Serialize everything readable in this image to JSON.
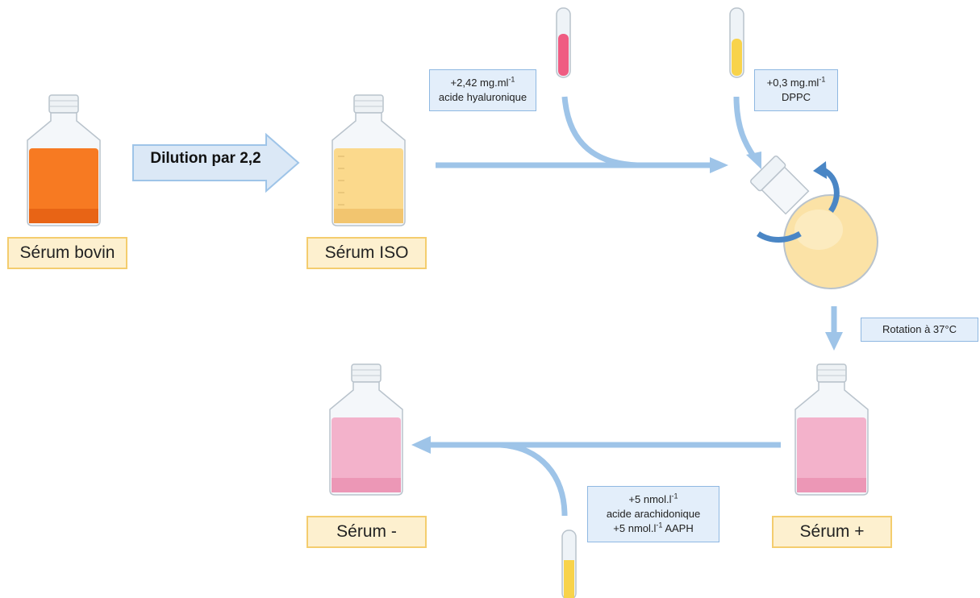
{
  "labels": {
    "bovine": "Sérum bovin",
    "iso": "Sérum ISO",
    "plus": "Sérum +",
    "minus": "Sérum -"
  },
  "arrow_dilution": "Dilution par 2,2",
  "additions": {
    "hyaluronic": {
      "line1": "+2,42 mg.ml",
      "sup1": "-1",
      "line2": "acide hyaluronique"
    },
    "dppc": {
      "line1": "+0,3 mg.ml",
      "sup1": "-1",
      "line2": "DPPC"
    },
    "rotation": "Rotation à 37°C",
    "arachidonic": {
      "line1": "+5 nmol.l",
      "sup1": "-1",
      "line2": "acide arachidonique",
      "line3a": "+5 nmol.l",
      "sup3": "-1",
      "line3b": " AAPH"
    }
  },
  "colors": {
    "bovine_liquid": "#f77a22",
    "iso_liquid": "#fbd98c",
    "pink_liquid": "#f3b2cb",
    "arrow": "#9ec4e8",
    "label_fill": "#fdf0cf",
    "label_border": "#f4cd6e",
    "box_fill": "#e3eefa",
    "box_border": "#8fb8e2",
    "rotation_arrow": "#4a86c5"
  }
}
